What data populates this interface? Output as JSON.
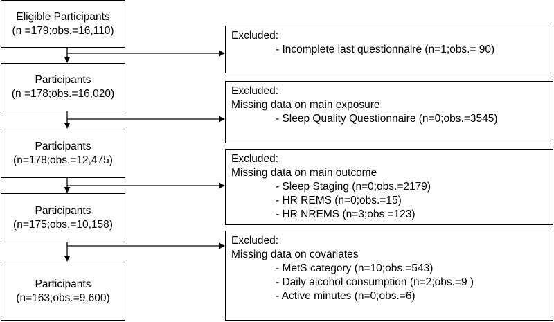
{
  "participant_boxes": [
    {
      "title": "Eligible Participants",
      "detail": "(n =179;obs.=16,110)"
    },
    {
      "title": "Participants",
      "detail": "(n =178;obs.=16,020)"
    },
    {
      "title": "Participants",
      "detail": "(n=178;obs.=12,475)"
    },
    {
      "title": "Participants",
      "detail": "(n=175;obs.=10,158)"
    },
    {
      "title": "Participants",
      "detail": "(n=163;obs.=9,600)"
    }
  ],
  "exclusion_boxes": [
    {
      "heading": "Excluded:",
      "items": [
        "- Incomplete last questionnaire (n=1;obs.= 90)"
      ]
    },
    {
      "heading": "Excluded:",
      "subheading": "Missing data on main exposure",
      "items": [
        "- Sleep Quality Questionnaire (n=0;obs.=3545)"
      ]
    },
    {
      "heading": "Excluded:",
      "subheading": "Missing data on main outcome",
      "items": [
        "- Sleep Staging (n=0;obs.=2179)",
        "- HR REMS (n=0;obs.=15)",
        "- HR NREMS (n=3;obs.=123)"
      ]
    },
    {
      "heading": "Excluded:",
      "subheading": "Missing data on covariates",
      "items": [
        "- MetS category (n=10;obs.=543)",
        "- Daily alcohol consumption (n=2;obs.=9 )",
        "- Active minutes (n=0;obs.=6)"
      ]
    }
  ],
  "colors": {
    "line": "#000000",
    "background": "#ffffff"
  }
}
